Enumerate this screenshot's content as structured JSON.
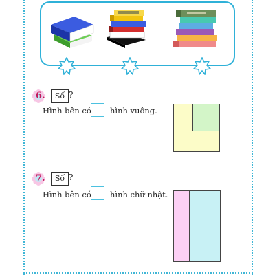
{
  "questions": [
    {
      "number": "6.",
      "tag": "Số",
      "mark": "?",
      "before_box": "Hình bên có",
      "after_box": "hình vuông."
    },
    {
      "number": "7.",
      "tag": "Số",
      "mark": "?",
      "before_box": "Hình bên có",
      "after_box": "hình chữ nhật."
    }
  ],
  "colors": {
    "border_dots": "#3fb6d6",
    "panel_border": "#2fb1d8",
    "yellow_square": "#fcfcc8",
    "green_square": "#d3f5c8",
    "pink_rect": "#fcd0f5",
    "cyan_rect": "#c8f1f5"
  }
}
